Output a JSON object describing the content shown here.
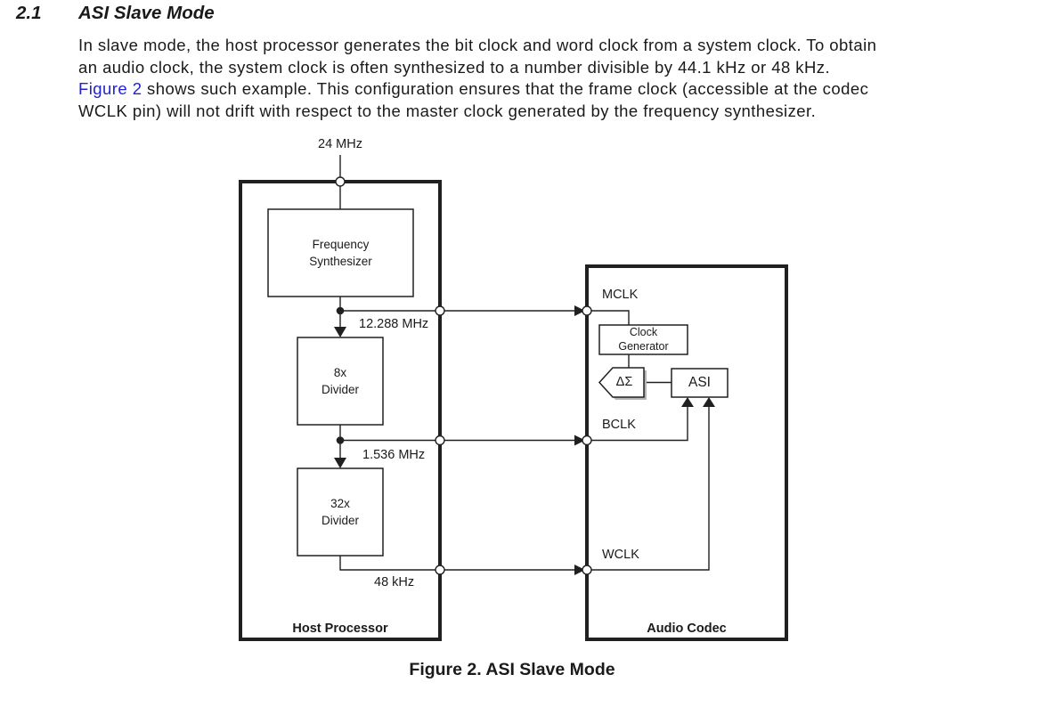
{
  "page": {
    "section_number": "2.1",
    "section_title": "ASI Slave Mode",
    "paragraph": {
      "line1": "In slave mode, the host processor generates the bit clock and word clock from a system clock. To obtain",
      "line2": "an audio clock, the system clock is often synthesized to a number divisible by 44.1 kHz or 48 kHz.",
      "line3_link": "Figure 2",
      "line3_rest": " shows such example. This configuration ensures that the frame clock (accessible at the codec",
      "line4": "WCLK pin) will not drift with respect to the master clock generated by the frequency synthesizer."
    },
    "figure_caption": "Figure 2. ASI Slave Mode",
    "link_color": "#2222cc"
  },
  "diagram": {
    "clock_input": "24 MHz",
    "host": {
      "label": "Host Processor",
      "freq_synth_line1": "Frequency",
      "freq_synth_line2": "Synthesizer",
      "div8_line1": "8x",
      "div8_line2": "Divider",
      "div32_line1": "32x",
      "div32_line2": "Divider"
    },
    "codec": {
      "label": "Audio Codec",
      "clock_gen_line1": "Clock",
      "clock_gen_line2": "Generator",
      "delta_sigma": "ΔΣ",
      "asi": "ASI"
    },
    "signals": {
      "mclk": "MCLK",
      "bclk": "BCLK",
      "wclk": "WCLK",
      "mclk_freq": "12.288 MHz",
      "bclk_freq": "1.536 MHz",
      "wclk_freq": "48 kHz"
    }
  }
}
